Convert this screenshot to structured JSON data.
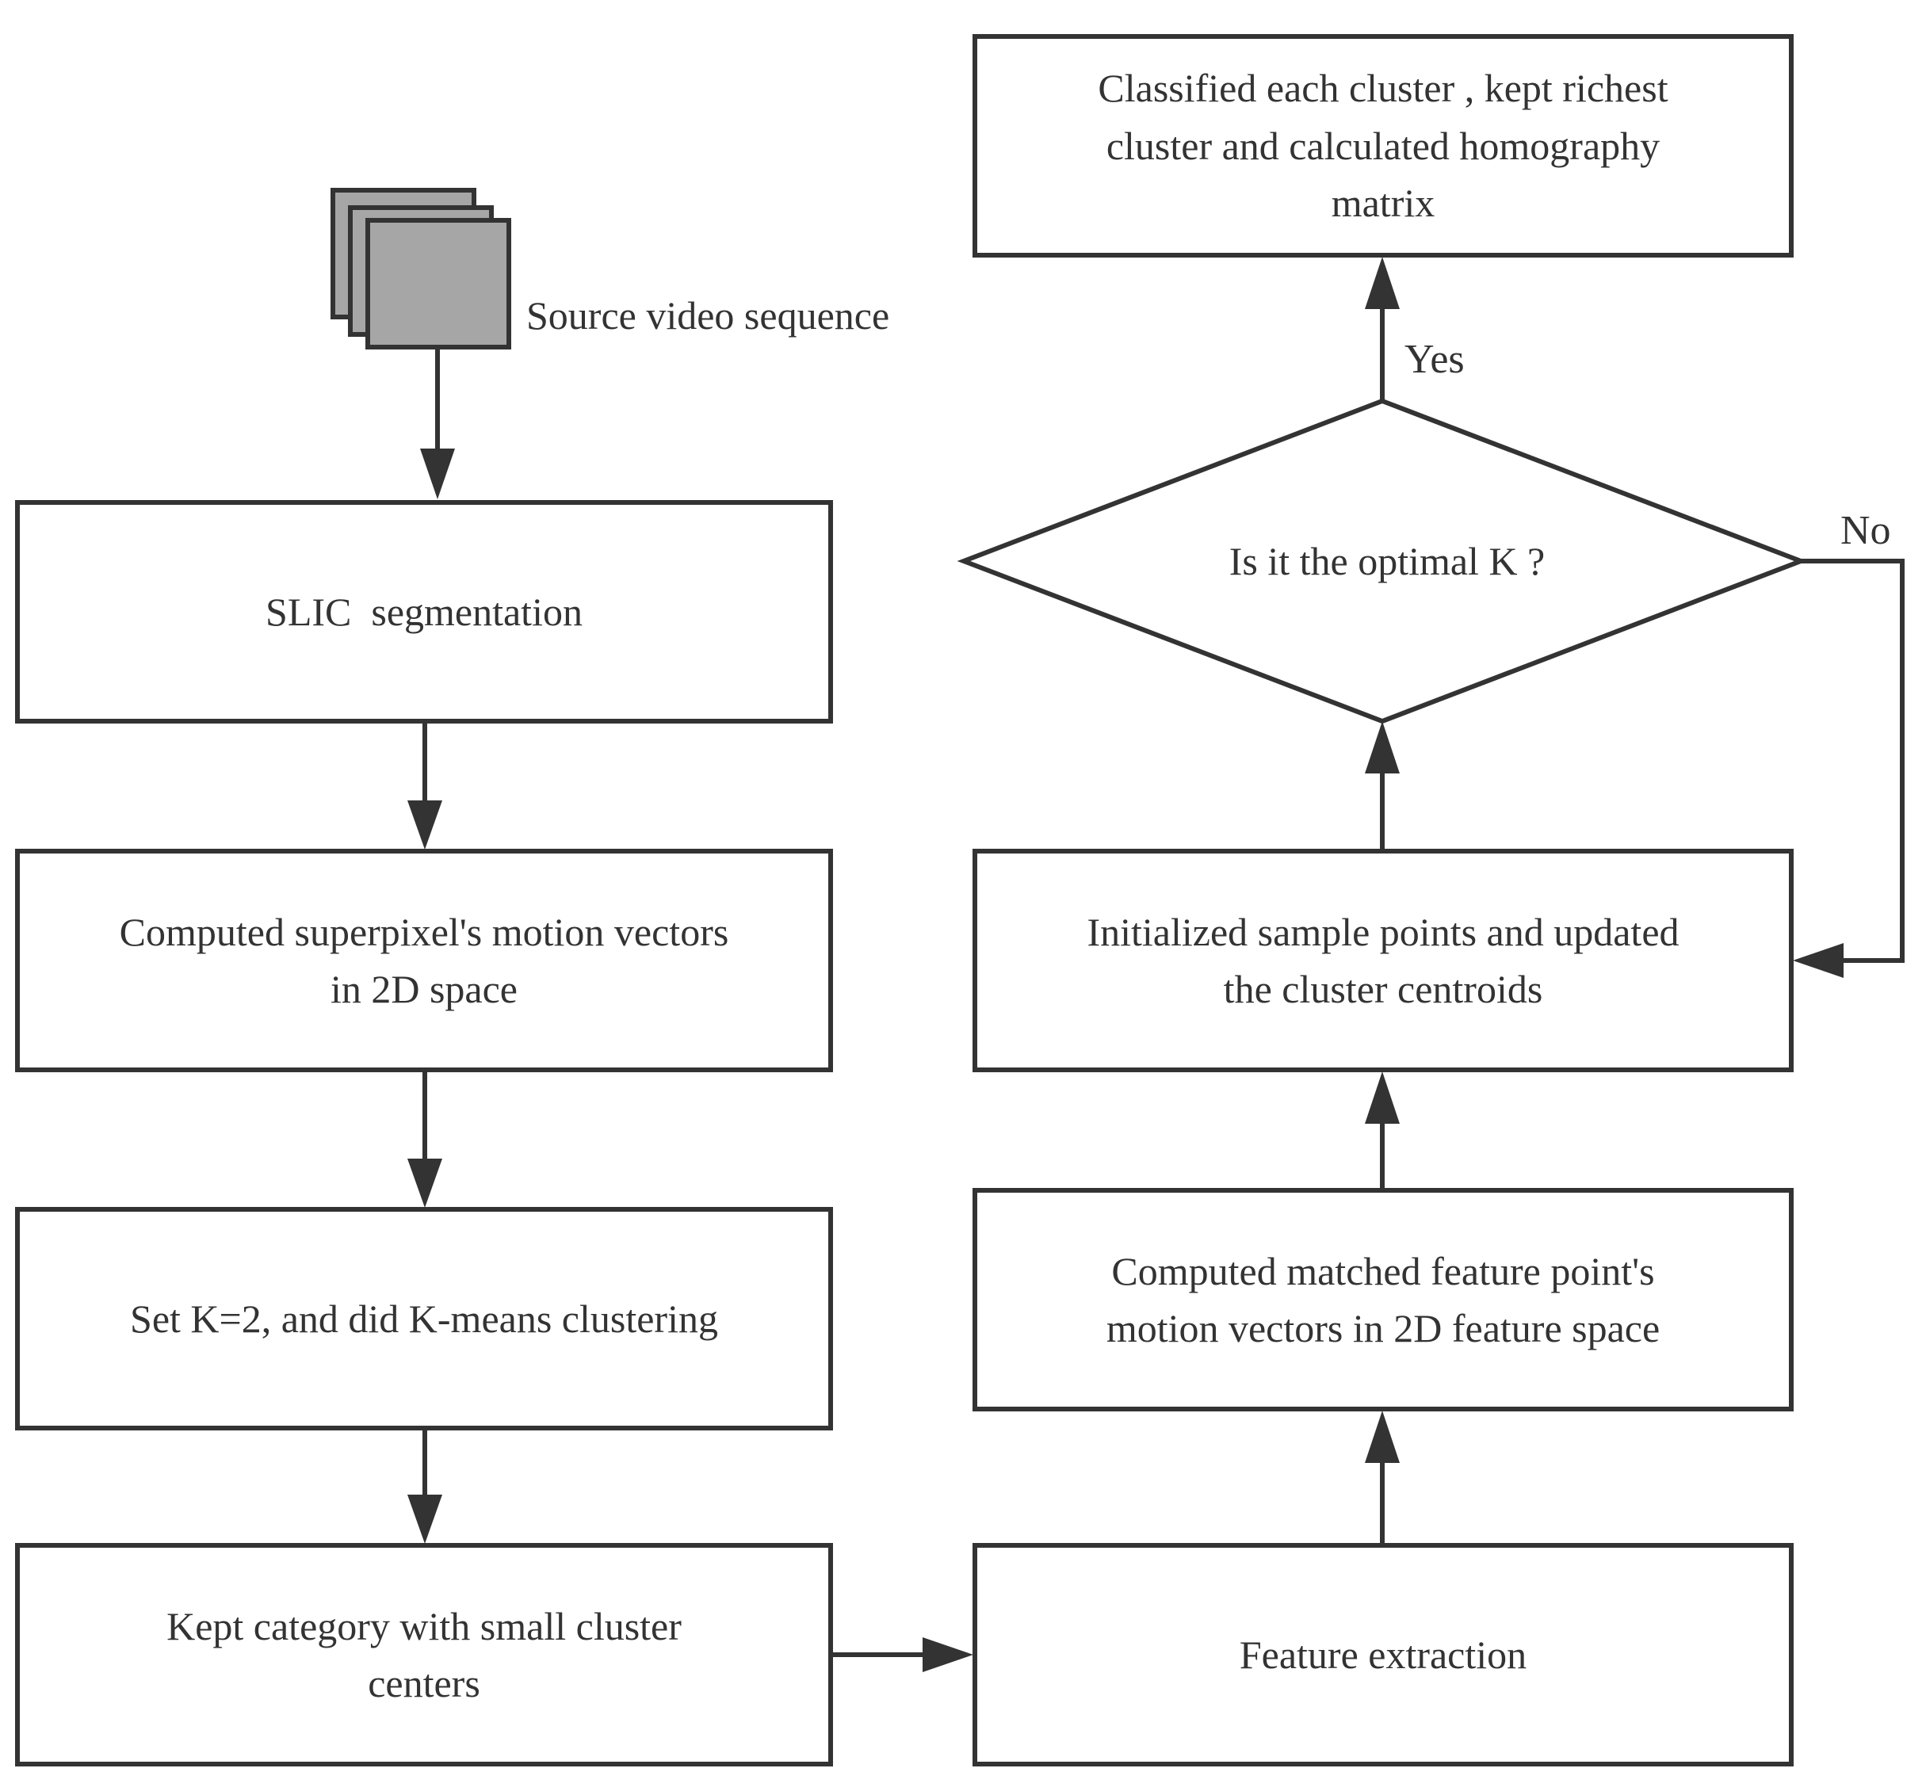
{
  "colors": {
    "stroke": "#333333",
    "background": "#ffffff",
    "source_icon_fill": "#a6a6a6",
    "text": "#333333"
  },
  "source": {
    "label": "Source video sequence",
    "icon": "stacked-frames-icon"
  },
  "steps": {
    "slic": "SLIC  segmentation",
    "motion_vectors": "Computed superpixel's motion vectors\nin 2D space",
    "kmeans": "Set K=2, and did K-means clustering",
    "kept_category": "Kept category with small cluster\ncenters",
    "feature_extraction": "Feature extraction",
    "matched_features": "Computed matched feature point's\nmotion vectors in 2D feature space",
    "init_samples": "Initialized sample points and updated\nthe cluster centroids",
    "decision": "Is it the optimal K ?",
    "classified": "Classified each cluster , kept richest\ncluster and calculated homography\nmatrix"
  },
  "edges": {
    "yes": "Yes",
    "no": "No"
  }
}
